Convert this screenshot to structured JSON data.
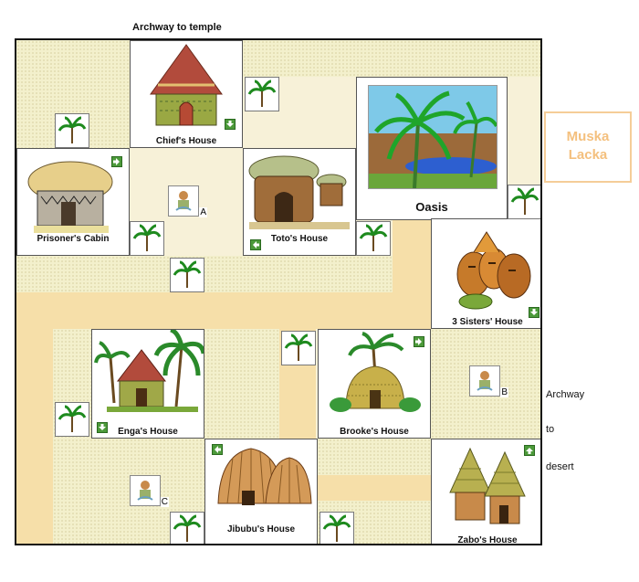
{
  "labels": {
    "archway_temple": "Archway to temple",
    "archway_desert_1": "Archway",
    "archway_desert_2": "to",
    "archway_desert_3": "desert",
    "muska_line1": "Muska",
    "muska_line2": "Lacka"
  },
  "buildings": {
    "chief": "Chief's House",
    "prisoner": "Prisoner's Cabin",
    "toto": "Toto's House",
    "oasis": "Oasis",
    "sisters": "3 Sisters' House",
    "enga": "Enga's House",
    "brooke": "Brooke's House",
    "jibubu": "Jibubu's House",
    "zabo": "Zabo's House"
  },
  "markers": {
    "a": "A",
    "b": "B",
    "c": "C"
  },
  "icons": {
    "tree": "palm-tree-icon",
    "arrow_down": "arrow-down-icon",
    "arrow_right": "arrow-right-icon",
    "arrow_left": "arrow-left-icon",
    "arrow_up": "arrow-up-icon",
    "marker": "character-marker-icon"
  },
  "colors": {
    "border": "#111111",
    "path": "#f6dfa9",
    "grass": "#f3f0cc",
    "arrow": "#4c9a3a",
    "muska": "#f4c07e"
  }
}
